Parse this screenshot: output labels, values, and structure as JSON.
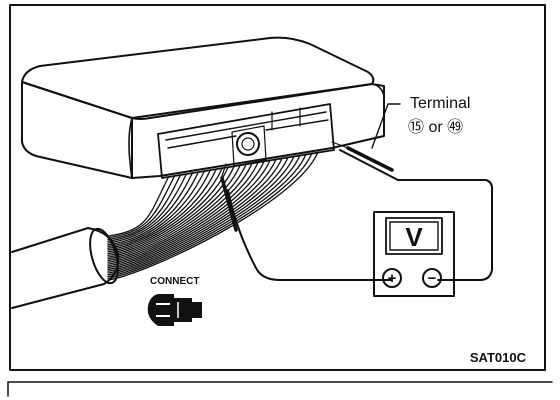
{
  "diagram": {
    "callout_label": "Terminal",
    "callout_terminals": "⑮ or ㊾",
    "meter_symbol": "V",
    "meter_positive": "+",
    "meter_negative": "−",
    "connect_label": "CONNECT",
    "figure_code": "SAT010C"
  }
}
